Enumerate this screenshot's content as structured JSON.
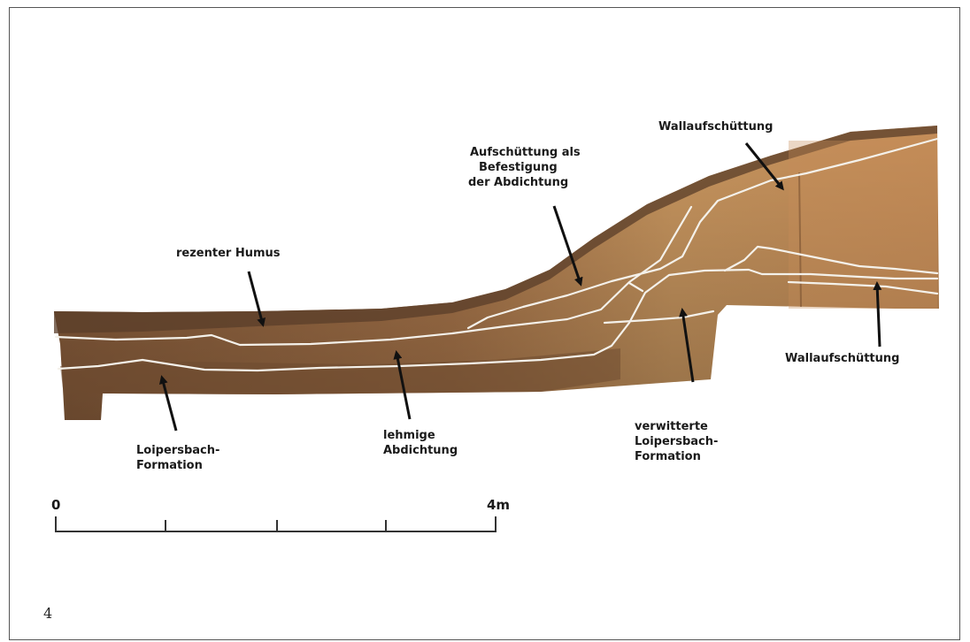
{
  "figure_number": "4",
  "labels": {
    "rezenter_humus": "rezenter Humus",
    "aufschuettung_1": "Aufschüttung als",
    "aufschuettung_2": "Befestigung",
    "aufschuettung_3": "der Abdichtung",
    "wallaufschuettung_top": "Wallaufschüttung",
    "wallaufschuettung_right": "Wallaufschüttung",
    "loipersbach_1": "Loipersbach-",
    "loipersbach_2": "Formation",
    "lehmige_1": "lehmige",
    "lehmige_2": "Abdichtung",
    "verwitterte_1": "verwitterte",
    "verwitterte_2": "Loipersbach-",
    "verwitterte_3": "Formation"
  },
  "scale_bar": {
    "start_label": "0",
    "end_label": "4m"
  },
  "colors": {
    "soil_light": "#c99a63",
    "soil_mid": "#a8744a",
    "soil_dark": "#6e4a30",
    "humus": "#5a3d2a",
    "layer_lines": "#f4f1ea",
    "arrows": "#111111"
  }
}
